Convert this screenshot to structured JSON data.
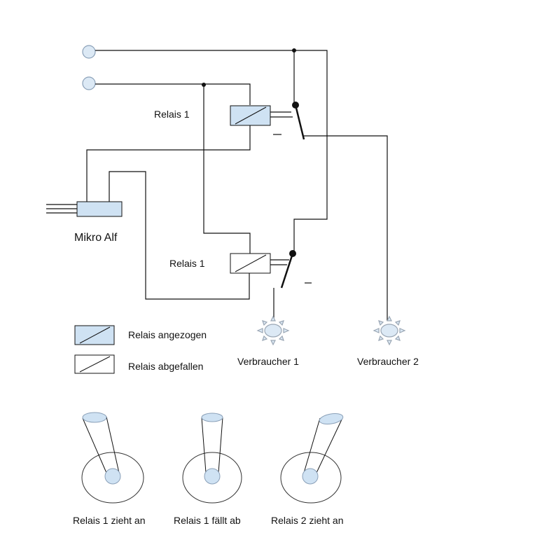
{
  "labels": {
    "relay_top": "Relais 1",
    "relay_bottom": "Relais 1",
    "mikro": "Mikro Alf",
    "consumer1": "Verbraucher 1",
    "consumer2": "Verbraucher 2",
    "legend_on": "Relais angezogen",
    "legend_off": "Relais abgefallen",
    "joy1": "Relais 1 zieht an",
    "joy2": "Relais 1 fällt ab",
    "joy3": "Relais 2 zieht an"
  },
  "colors": {
    "relay_energized": "#cfe2f3",
    "line": "#111111",
    "terminal": "#dce9f5",
    "terminal_stroke": "#8aa0b8",
    "lamp_body": "#dce9f5",
    "lamp_ray": "#9aa6b4"
  }
}
